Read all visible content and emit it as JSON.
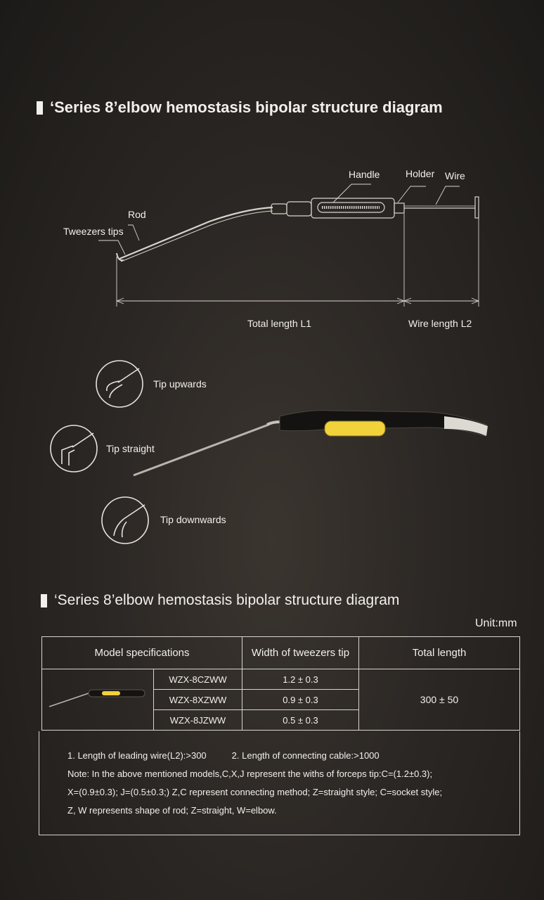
{
  "headings": {
    "top": "‘Series 8’elbow hemostasis bipolar structure diagram",
    "bottom": "‘Series 8’elbow hemostasis bipolar structure diagram"
  },
  "diagram_labels": {
    "handle": "Handle",
    "holder": "Holder",
    "wire": "Wire",
    "rod": "Rod",
    "tweezers_tips": "Tweezers tips",
    "total_length": "Total length L1",
    "wire_length": "Wire length L2"
  },
  "tip_variants": {
    "up": "Tip upwards",
    "straight": "Tip straight",
    "down": "Tip downwards"
  },
  "colors": {
    "accent_yellow": "#f2d23a",
    "line": "#d8d4cd"
  },
  "unit": "Unit:mm",
  "table": {
    "headers": {
      "model": "Model specifications",
      "width": "Width of tweezers tip",
      "total": "Total length"
    },
    "rows": [
      {
        "model": "WZX-8CZWW",
        "width": "1.2 ± 0.3"
      },
      {
        "model": "WZX-8XZWW",
        "width": "0.9 ± 0.3"
      },
      {
        "model": "WZX-8JZWW",
        "width": "0.5 ± 0.3"
      }
    ],
    "total_value": "300 ± 50"
  },
  "notes": {
    "line1a": "1. Length of leading wire(L2):>300",
    "line1b": "2. Length of connecting cable:>1000",
    "line2": "Note: In the above mentioned models,C,X,J represent the withs of forceps tip:C=(1.2±0.3);",
    "line3": "X=(0.9±0.3); J=(0.5±0.3;) Z,C represent connecting method; Z=straight style; C=socket style;",
    "line4": "Z, W represents shape of rod; Z=straight, W=elbow."
  }
}
